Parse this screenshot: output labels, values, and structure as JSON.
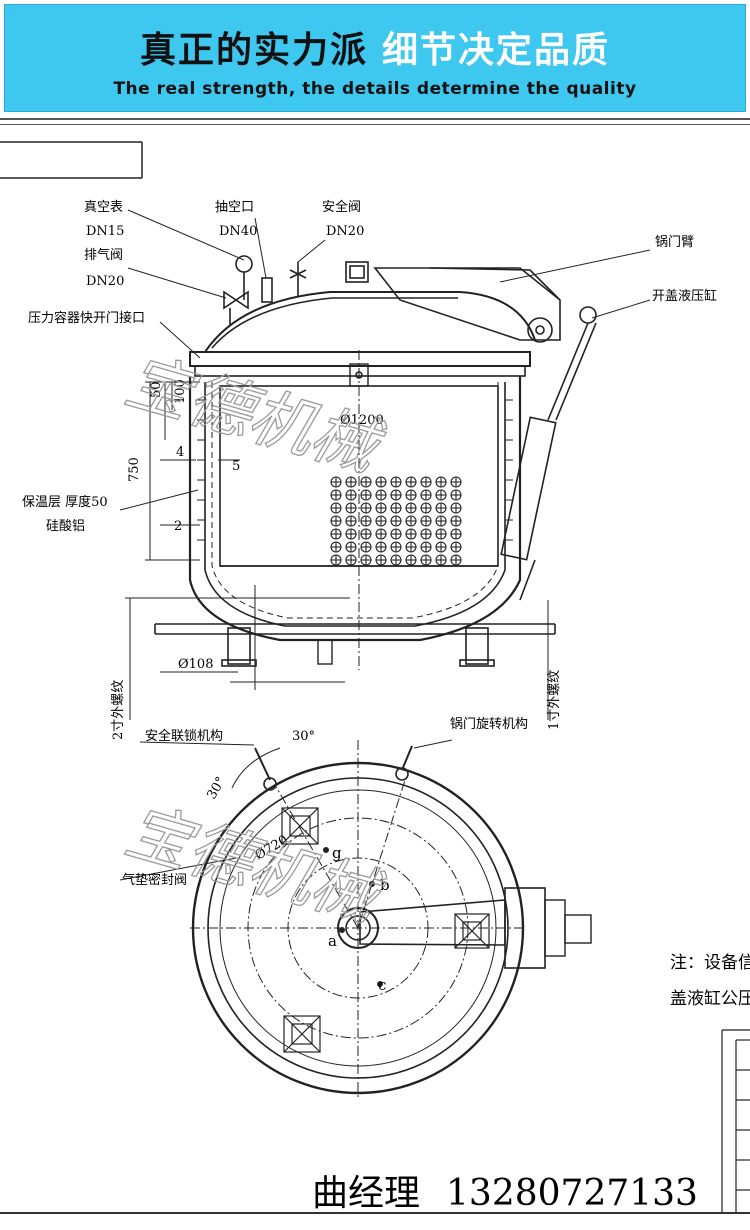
{
  "banner": {
    "title_part1": "真正的实力派",
    "title_part2": "细节决定品质",
    "subtitle": "The real strength, the details determine the quality",
    "bg_color": "#3ec7ef"
  },
  "diagram": {
    "labels": {
      "vacuum_gauge": "真空表",
      "vacuum_gauge_dn": "DN15",
      "exhaust_valve": "排气阀",
      "exhaust_valve_dn": "DN20",
      "suction_port": "抽空口",
      "suction_port_dn": "DN40",
      "safety_valve": "安全阀",
      "safety_valve_dn": "DN20",
      "door_arm": "锅门臂",
      "lid_cylinder": "开盖液压缸",
      "quick_door": "压力容器快开门接口",
      "insulation": "保温层  厚度50",
      "insulation_material": "硅酸铝",
      "dim_50": "50",
      "dim_100": "100",
      "dim_750": "750",
      "dim_4": "4",
      "dim_5": "5",
      "dim_2": "2",
      "dia_1200": "Ø1200",
      "dia_108": "Ø108",
      "thread_2in": "2寸外螺纹",
      "thread_1in": "1寸外螺纹",
      "safety_interlock": "安全联锁机构",
      "angle_30a": "30°",
      "angle_30b": "30°",
      "door_rotation": "锅门旋转机构",
      "dia_720": "Ø720",
      "point_g": "g",
      "point_b": "b",
      "point_a": "a",
      "point_c": "c",
      "air_seal_valve": "气垫密封阀",
      "note_line1": "注：设备信",
      "note_line2": "盖液缸公压"
    },
    "watermark": "宝德机械"
  },
  "contact": {
    "name": "曲经理",
    "phone": "13280727133"
  }
}
